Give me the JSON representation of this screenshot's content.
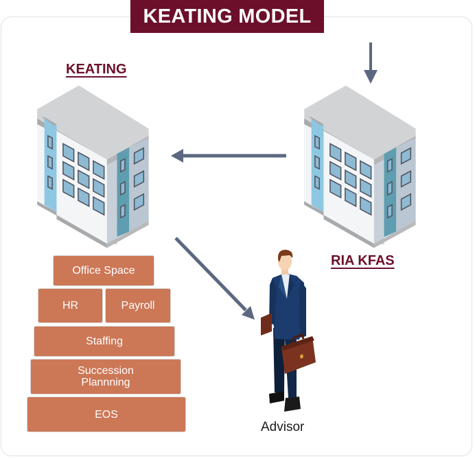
{
  "title": "KEATING MODEL",
  "nodes": {
    "keating": {
      "label": "KEATING",
      "icon": "building-icon"
    },
    "ria_kfas": {
      "label": "RIA KFAS",
      "icon": "building-icon"
    },
    "advisor": {
      "label": "Advisor",
      "icon": "businessman-icon"
    }
  },
  "stack_blocks": [
    {
      "id": "office-space",
      "label": "Office Space"
    },
    {
      "id": "hr",
      "label": "HR"
    },
    {
      "id": "payroll",
      "label": "Payroll"
    },
    {
      "id": "staffing",
      "label": "Staffing"
    },
    {
      "id": "succession-planning",
      "label": "Succession Plannning"
    },
    {
      "id": "eos",
      "label": "EOS"
    }
  ],
  "edges": [
    {
      "from": "external",
      "to": "ria_kfas",
      "direction": "down"
    },
    {
      "from": "ria_kfas",
      "to": "keating",
      "direction": "left"
    },
    {
      "from": "keating",
      "to": "advisor",
      "direction": "down-right"
    }
  ],
  "colors": {
    "title_bg": "#6b0f2b",
    "label_text": "#6b0f2b",
    "block_fill": "#cc7756",
    "arrow": "#5b6880"
  }
}
